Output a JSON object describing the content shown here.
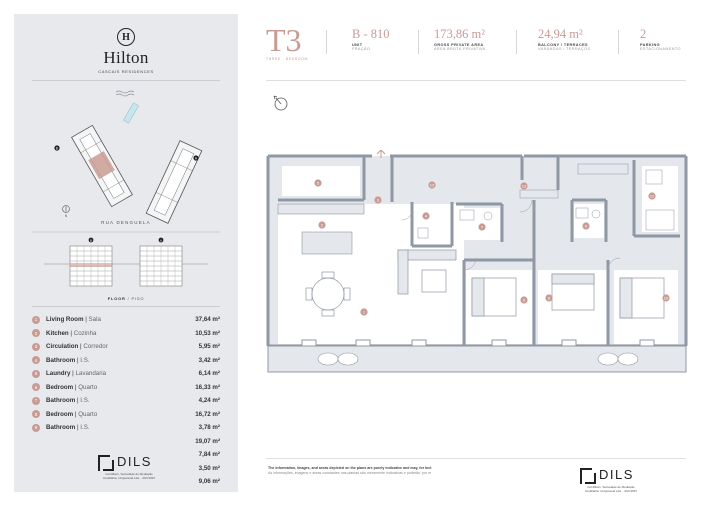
{
  "brand": {
    "logo_letter": "H",
    "name": "Hilton",
    "subtitle": "CASCAIS RESIDENCES"
  },
  "site": {
    "street_label": "RUA DENGUELA",
    "floor_label_bold": "FLOOR",
    "floor_label_rest": " / PISO",
    "marker_north": "N",
    "marker_b": "B",
    "marker_a": "A",
    "marker_b2": "B",
    "marker_a2": "A"
  },
  "rooms": [
    {
      "num": "1",
      "name": "Living Room",
      "name_pt": "Sala",
      "area": "37,64 m²"
    },
    {
      "num": "2",
      "name": "Kitchen",
      "name_pt": "Cozinha",
      "area": "10,53 m²"
    },
    {
      "num": "3",
      "name": "Circulation",
      "name_pt": "Corredor",
      "area": "5,95 m²"
    },
    {
      "num": "4",
      "name": "Bathroom",
      "name_pt": "I.S.",
      "area": "3,42 m²"
    },
    {
      "num": "5",
      "name": "Laundry",
      "name_pt": "Lavandaria",
      "area": "6,14 m²"
    },
    {
      "num": "6",
      "name": "Bedroom",
      "name_pt": "Quarto",
      "area": "16,33 m²"
    },
    {
      "num": "7",
      "name": "Bathroom",
      "name_pt": "I.S.",
      "area": "4,24 m²"
    },
    {
      "num": "8",
      "name": "Bedroom",
      "name_pt": "Quarto",
      "area": "16,72 m²"
    },
    {
      "num": "9",
      "name": "Bathroom",
      "name_pt": "I.S.",
      "area": "3,78 m²"
    }
  ],
  "extra_areas": [
    "19,07 m²",
    "7,84 m²",
    "3,50 m²",
    "9,06 m²"
  ],
  "dils": {
    "name": "DILS",
    "sub_line1": "CoInMaxx, Sociedade de Mediação",
    "sub_line2": "Imobiliária, Unipessoal Lda. · AMI 3997"
  },
  "header": {
    "type": "T3",
    "type_sub": "THREE - BEDROOM",
    "unit_value": "B - 810",
    "unit_label": "UNIT",
    "unit_label_pt": "FRAÇÃO",
    "gross_value": "173,86 m²",
    "gross_label": "GROSS PRIVATE AREA",
    "gross_label_pt": "ÁREA BRUTA PRIVATIVA",
    "balcony_value": "24,94 m²",
    "balcony_label": "BALCONY / TERRACES",
    "balcony_label_pt": "VARANDAS / TERRAÇOS",
    "parking_value": "2",
    "parking_label": "PARKING",
    "parking_label_pt": "ESTACIONAMENTO"
  },
  "plan_labels": [
    "1",
    "2",
    "3",
    "4",
    "5",
    "6",
    "7",
    "8",
    "9",
    "10",
    "11",
    "12",
    "13"
  ],
  "disclaimer": {
    "line1": "The information, images, and areas depicted on the plans are purely indicative and may, for tect",
    "line2": "As informações, imagens e áreas constantes nas plantas são meramente indicativas e poderão, por m"
  },
  "colors": {
    "accent": "#c99b94",
    "panel": "#e7e9ec",
    "plan_fill": "#e4e7eb",
    "plan_wall": "#8f98a4"
  }
}
